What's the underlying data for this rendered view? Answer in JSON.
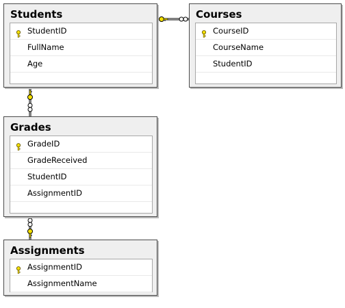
{
  "tables": {
    "students": {
      "title": "Students",
      "columns": [
        {
          "name": "StudentID",
          "key": true
        },
        {
          "name": "FullName",
          "key": false
        },
        {
          "name": "Age",
          "key": false
        }
      ]
    },
    "courses": {
      "title": "Courses",
      "columns": [
        {
          "name": "CourseID",
          "key": true
        },
        {
          "name": "CourseName",
          "key": false
        },
        {
          "name": "StudentID",
          "key": false
        }
      ]
    },
    "grades": {
      "title": "Grades",
      "columns": [
        {
          "name": "GradeID",
          "key": true
        },
        {
          "name": "GradeReceived",
          "key": false
        },
        {
          "name": "StudentID",
          "key": false
        },
        {
          "name": "AssignmentID",
          "key": false
        }
      ]
    },
    "assignments": {
      "title": "Assignments",
      "columns": [
        {
          "name": "AssignmentID",
          "key": true
        },
        {
          "name": "AssignmentName",
          "key": false
        }
      ]
    }
  },
  "relationships": [
    {
      "from": "students",
      "to": "courses",
      "one_end": "students",
      "many_end": "courses"
    },
    {
      "from": "students",
      "to": "grades",
      "one_end": "students",
      "many_end": "grades"
    },
    {
      "from": "assignments",
      "to": "grades",
      "one_end": "assignments",
      "many_end": "grades"
    }
  ],
  "colors": {
    "key_icon": "#f5e100",
    "connector": "#000000",
    "header_bg": "#efefef"
  }
}
